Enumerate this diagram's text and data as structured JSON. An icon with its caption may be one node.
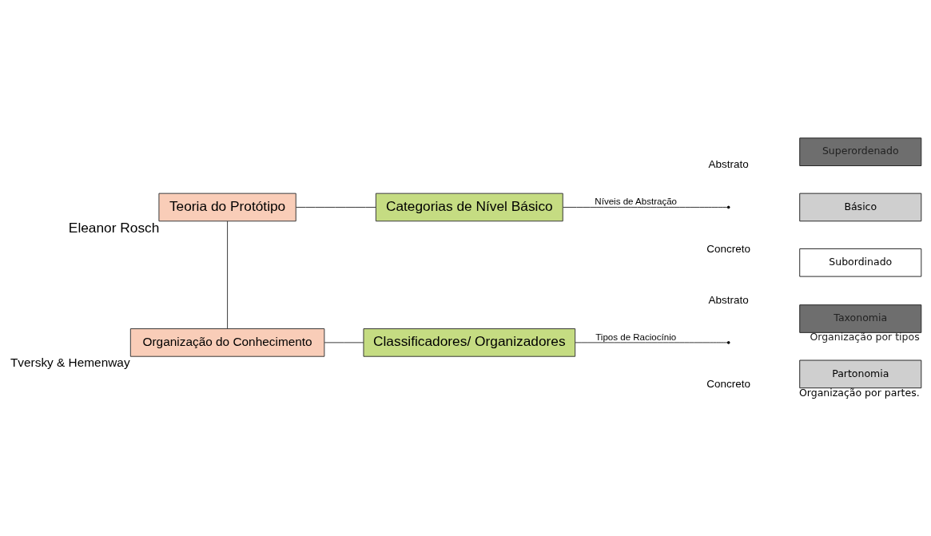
{
  "diagram": {
    "nodes": [
      {
        "text": [
          "Teoria do Protótipo"
        ],
        "beside": [
          "Eleanor Rosch"
        ]
      },
      {
        "text": [
          "Categorias de Nível Básico"
        ]
      },
      {
        "text": [
          "Organização do Conhecimento"
        ],
        "beside": [
          "Tversky & Hemenway"
        ]
      },
      {
        "text": [
          "Classificadores/ Organizadores"
        ]
      },
      {
        "text": [
          "Superordenado"
        ]
      },
      {
        "text": [
          "Básico"
        ]
      },
      {
        "text": [
          "Subordinado"
        ]
      },
      {
        "text": [
          "Taxonomia"
        ],
        "beside": [
          "Organização por tipos"
        ]
      },
      {
        "text": [
          "Partonomia"
        ],
        "beside": [
          "Organização por partes."
        ]
      }
    ],
    "edges": [
      {
        "from": 0,
        "to": 1,
        "arrow": "none"
      },
      {
        "from": 0,
        "to": 2,
        "arrow": "none"
      },
      {
        "from": 2,
        "to": 3,
        "arrow": "none"
      },
      {
        "from": 1,
        "to": null,
        "arrow": "none",
        "label": "Níveis de Abstração"
      },
      {
        "from": 3,
        "to": null,
        "arrow": "none",
        "label": "Tipos de Raciocínio"
      }
    ],
    "labels": [
      "Abstrato",
      "Concreto",
      "Abstrato",
      "Concreto"
    ]
  }
}
